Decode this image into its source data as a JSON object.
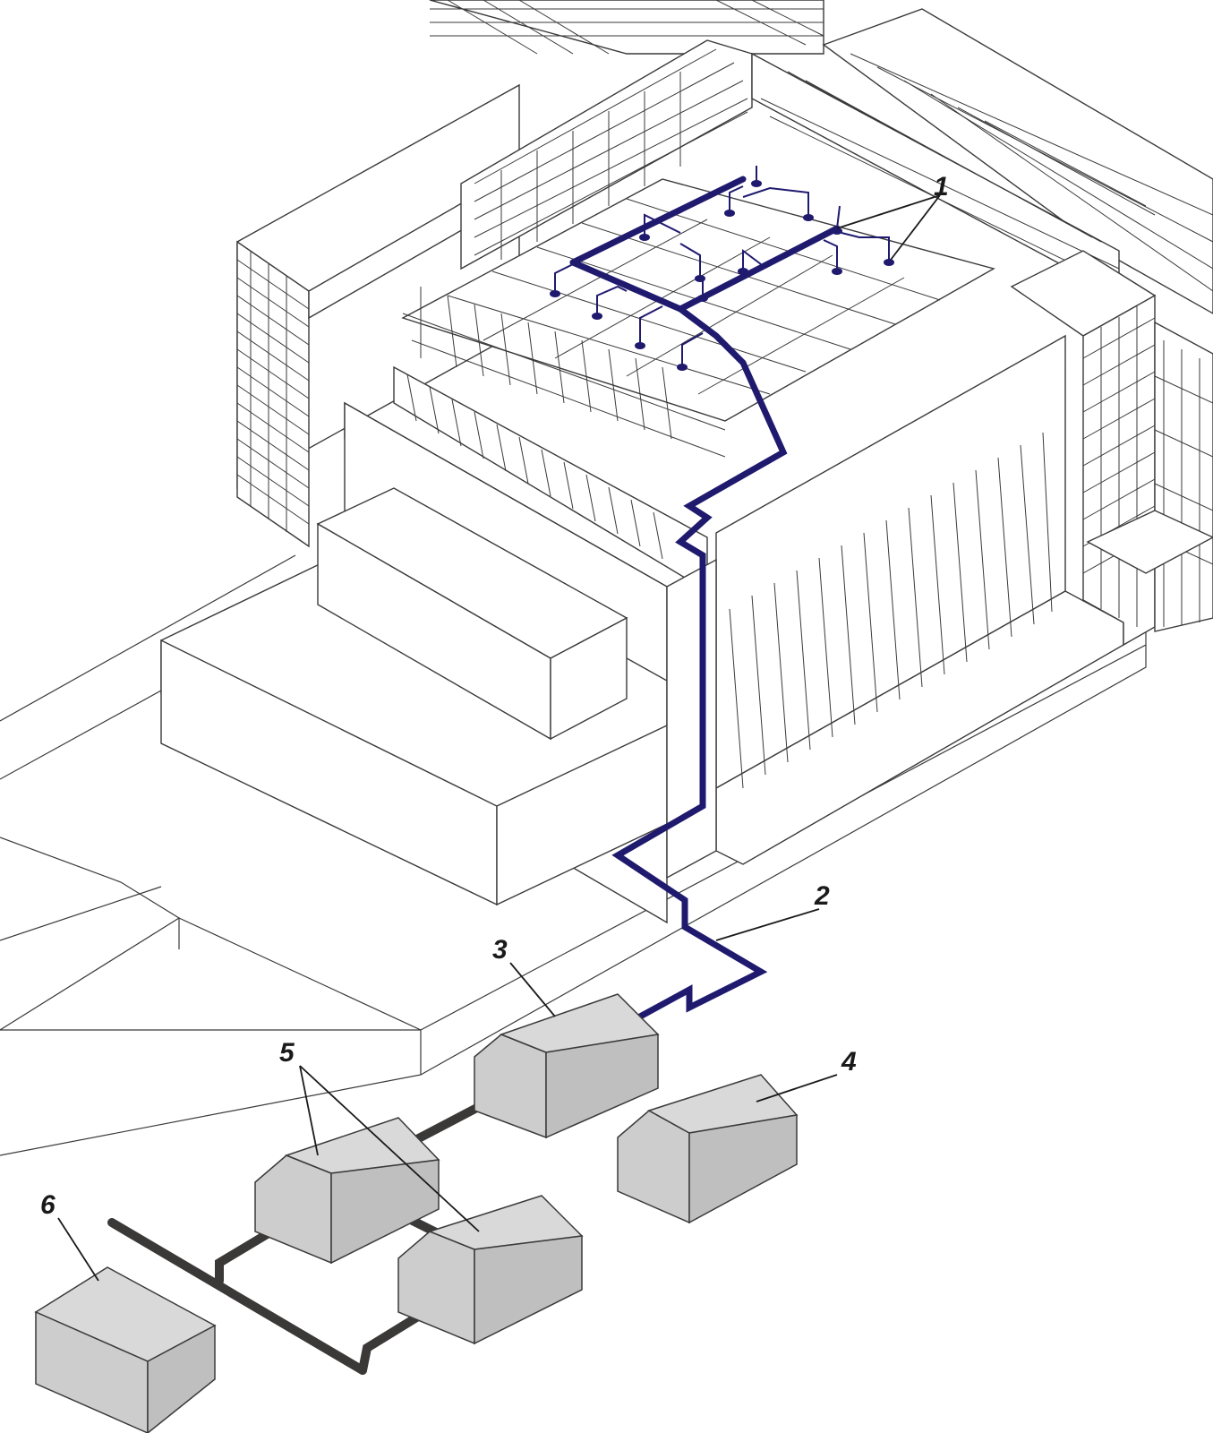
{
  "labels": {
    "l1": "1",
    "l2": "2",
    "l3": "3",
    "l4": "4",
    "l5": "5",
    "l6": "6"
  },
  "colors": {
    "pipe": "#1f1a6e",
    "dark_pipe": "#3b3838",
    "shed_roof_light": "#d9d9d9",
    "shed_side": "#bfbfbf",
    "shed_end": "#cdcdcd"
  }
}
